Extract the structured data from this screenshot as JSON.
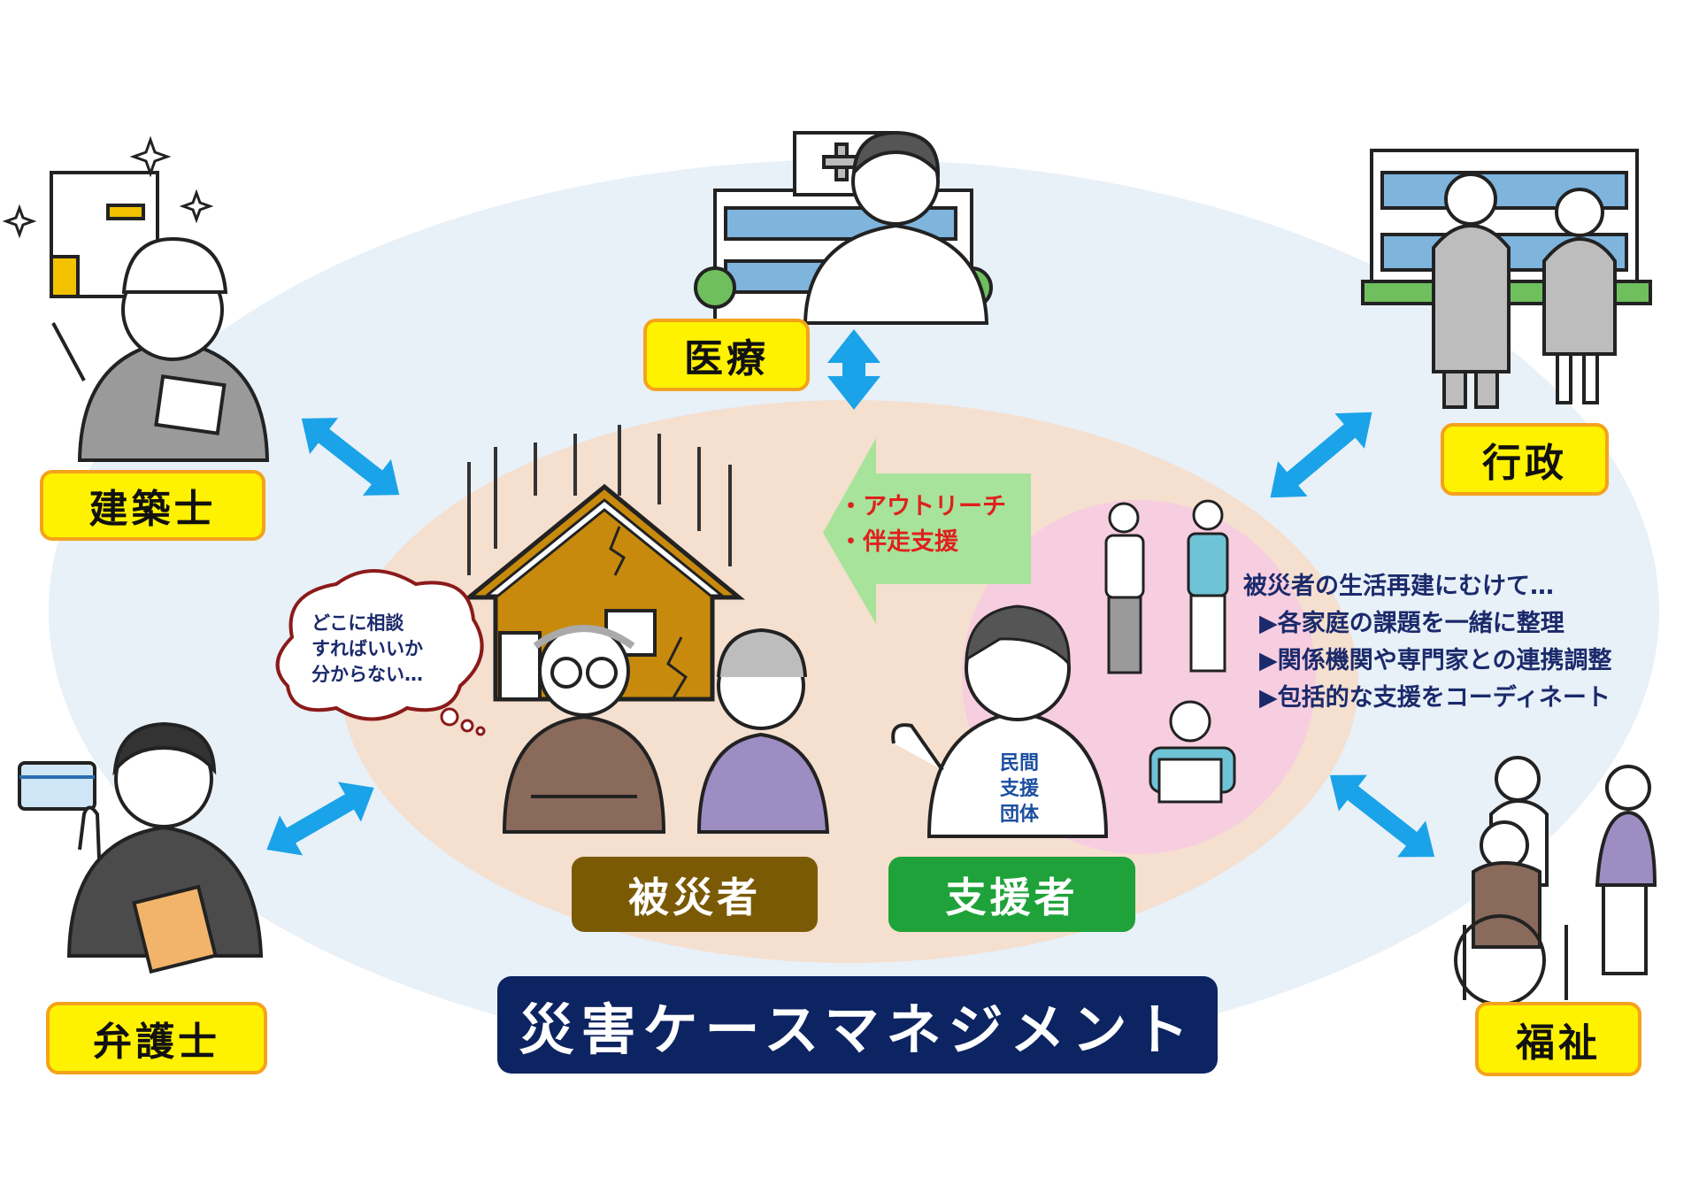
{
  "title": "災害ケースマネジメント",
  "center": {
    "victim_label": "被災者",
    "supporter_label": "支援者",
    "bubble_lines": [
      "どこに相談",
      "すればいいか",
      "分からない…"
    ],
    "outreach_items": [
      "・アウトリーチ",
      "・伴走支援"
    ],
    "supporter_vest": [
      "民間",
      "支援",
      "団体"
    ]
  },
  "description": {
    "heading": "被災者の生活再建にむけて…",
    "items": [
      "▶各家庭の課題を一緒に整理",
      "▶関係機関や専門家との連携調整",
      "▶包括的な支援をコーディネート"
    ]
  },
  "partners": {
    "medical": "医療",
    "architect": "建築士",
    "government": "行政",
    "lawyer": "弁護士",
    "welfare": "福祉"
  },
  "colors": {
    "outer_ellipse": "#e8f0f8",
    "inner_ellipse": "#f5dfcf",
    "pink_circle": "#f7cde0",
    "arrow_blue": "#1aa3e8",
    "label_fill": "#fff200",
    "label_border": "#f4a21c",
    "victim_tag": "#7a5a05",
    "supporter_tag": "#1fa23a",
    "title_bg": "#0d2462",
    "outreach_arrow": "#a7e39a"
  }
}
